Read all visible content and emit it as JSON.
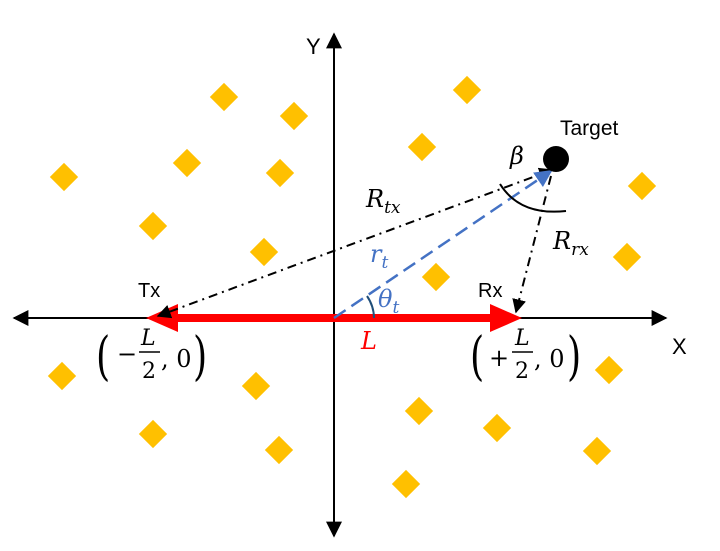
{
  "axes": {
    "x_label": "X",
    "y_label": "Y"
  },
  "labels": {
    "target": "Target",
    "tx": "Tx",
    "rx": "Rx",
    "baseline": "L",
    "r_tx_main": "R",
    "r_tx_sub": "tx",
    "r_rx_main": "R",
    "r_rx_sub": "rx",
    "r_t_main": "r",
    "r_t_sub": "t",
    "theta_main": "θ",
    "theta_sub": "t",
    "beta": "β",
    "tx_coord_sign": "−",
    "tx_coord_num": "L",
    "tx_coord_den": "2",
    "tx_coord_tail": ", 0",
    "rx_coord_sign": "+",
    "rx_coord_num": "L",
    "rx_coord_den": "2",
    "rx_coord_tail": ", 0"
  },
  "colors": {
    "baseline": "#ff0000",
    "r_t": "#4472c4",
    "scatterers": "#ffc000",
    "axes": "#000000"
  },
  "icons": {
    "scatterer": "diamond-icon",
    "target": "filled-circle-icon"
  }
}
